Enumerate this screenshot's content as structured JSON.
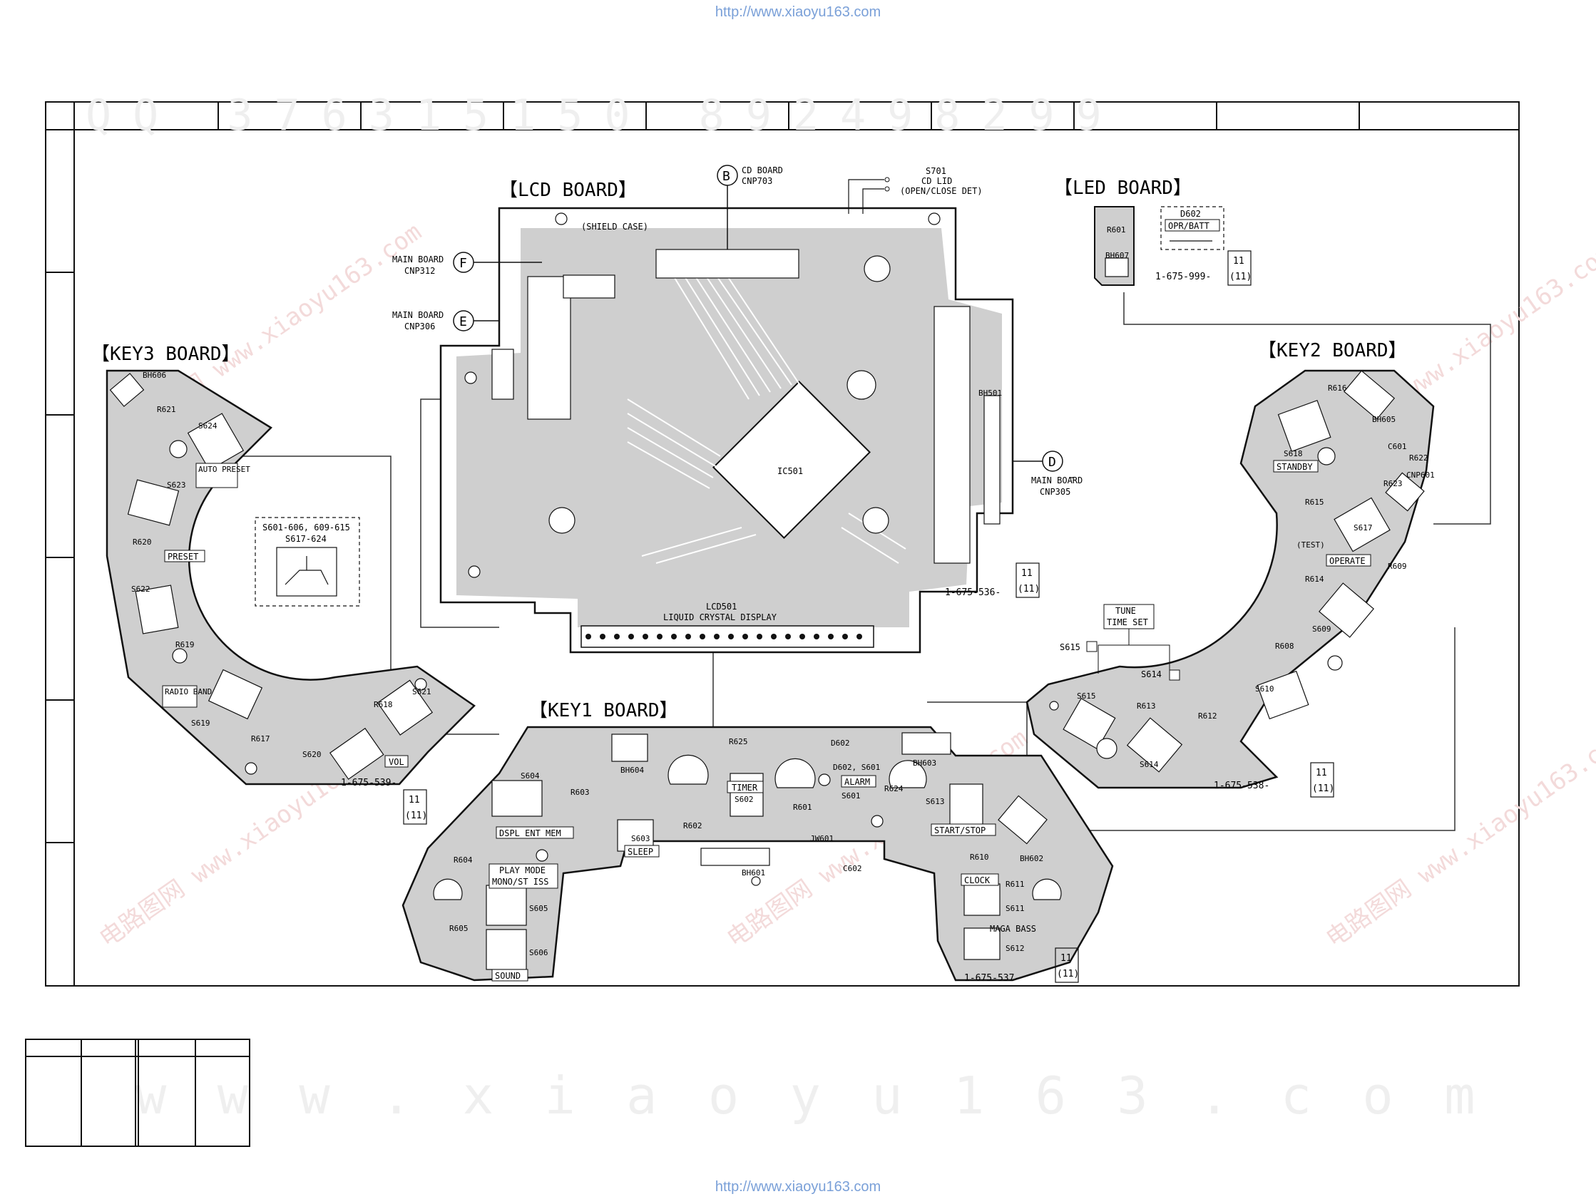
{
  "header_url": "http://www.xiaoyu163.com",
  "footer_url": "http://www.xiaoyu163.com",
  "watermark_top": "QQ 376315150   892498299",
  "watermark_bottom": "w w w . x i a o y u 1 6 3 . c o m",
  "watermark_diag": "电路图网 www.xiaoyu163.com",
  "colors": {
    "copper": "#cfcfcf",
    "ink": "#111111",
    "link": "#7aa0d8"
  },
  "boards": {
    "lcd": {
      "title": "【LCD BOARD】",
      "part_no": "1-675-536-",
      "rev": "11",
      "rev2": "(11)",
      "shield": "(SHIELD CASE)",
      "ic": "IC501",
      "lcd_ref": "LCD501",
      "lcd_text": "LIQUID CRYSTAL DISPLAY",
      "bh": "BH501"
    },
    "led": {
      "title": "【LED BOARD】",
      "part_no": "1-675-999-",
      "rev": "11",
      "rev2": "(11)",
      "box_title": "D602",
      "box_label": "OPR/BATT",
      "parts": [
        "R601",
        "BH607"
      ]
    },
    "key1": {
      "title": "【KEY1 BOARD】",
      "part_no": "1-675-537-",
      "rev": "11",
      "rev2": "(11)",
      "buttons": [
        "DSPL ENT MEM",
        "SLEEP",
        "TIMER",
        "ALARM",
        "START/STOP",
        "PLAY MODE",
        "MONO/ST ISS",
        "CLOCK",
        "MAGA BASS",
        "SOUND"
      ],
      "labels": [
        "BH604",
        "R625",
        "D602",
        "BH603",
        "D602, S601",
        "S604",
        "R603",
        "S602",
        "R602",
        "S603",
        "R601",
        "S601",
        "R624",
        "S613",
        "BH602",
        "JW601",
        "C602",
        "BH601",
        "R610",
        "S611",
        "R611",
        "S612",
        "R604",
        "S605",
        "R605",
        "S606"
      ]
    },
    "key2": {
      "title": "【KEY2 BOARD】",
      "part_no": "1-675-538-",
      "rev": "11",
      "rev2": "(11)",
      "buttons": [
        "STANDBY",
        "OPERATE"
      ],
      "labels": [
        "R616",
        "BH605",
        "C601",
        "R622",
        "R623",
        "CNP601",
        "S618",
        "R615",
        "S617",
        "(TEST)",
        "R609",
        "R614",
        "S609",
        "R608",
        "S610",
        "S615",
        "R613",
        "R612",
        "S614"
      ]
    },
    "key3": {
      "title": "【KEY3 BOARD】",
      "part_no": "1-675-539-",
      "rev": "11",
      "rev2": "(11)",
      "buttons": [
        "AUTO PRESET",
        "PRESET",
        "RADIO BAND",
        "VOL"
      ],
      "labels": [
        "BH606",
        "R621",
        "S624",
        "S623",
        "R620",
        "S622",
        "R619",
        "S619",
        "R617",
        "R618",
        "S621",
        "S620"
      ]
    }
  },
  "connectors": [
    {
      "letter": "B",
      "line1": "CD BOARD",
      "line2": "CNP703"
    },
    {
      "letter": "F",
      "line1": "MAIN BOARD",
      "line2": "CNP312"
    },
    {
      "letter": "E",
      "line1": "MAIN BOARD",
      "line2": "CNP306"
    },
    {
      "letter": "D",
      "line1": "MAIN BOARD",
      "line2": "CNP305"
    }
  ],
  "switch": {
    "line1": "S701",
    "line2": "CD LID",
    "line3": "(OPEN/CLOSE DET)"
  },
  "legend_box": {
    "line1": "S601-606, 609-615",
    "line2": "S617-624"
  },
  "tune_box": {
    "line1": "TUNE",
    "line2": "TIME SET",
    "s615": "S615",
    "s614": "S614"
  }
}
